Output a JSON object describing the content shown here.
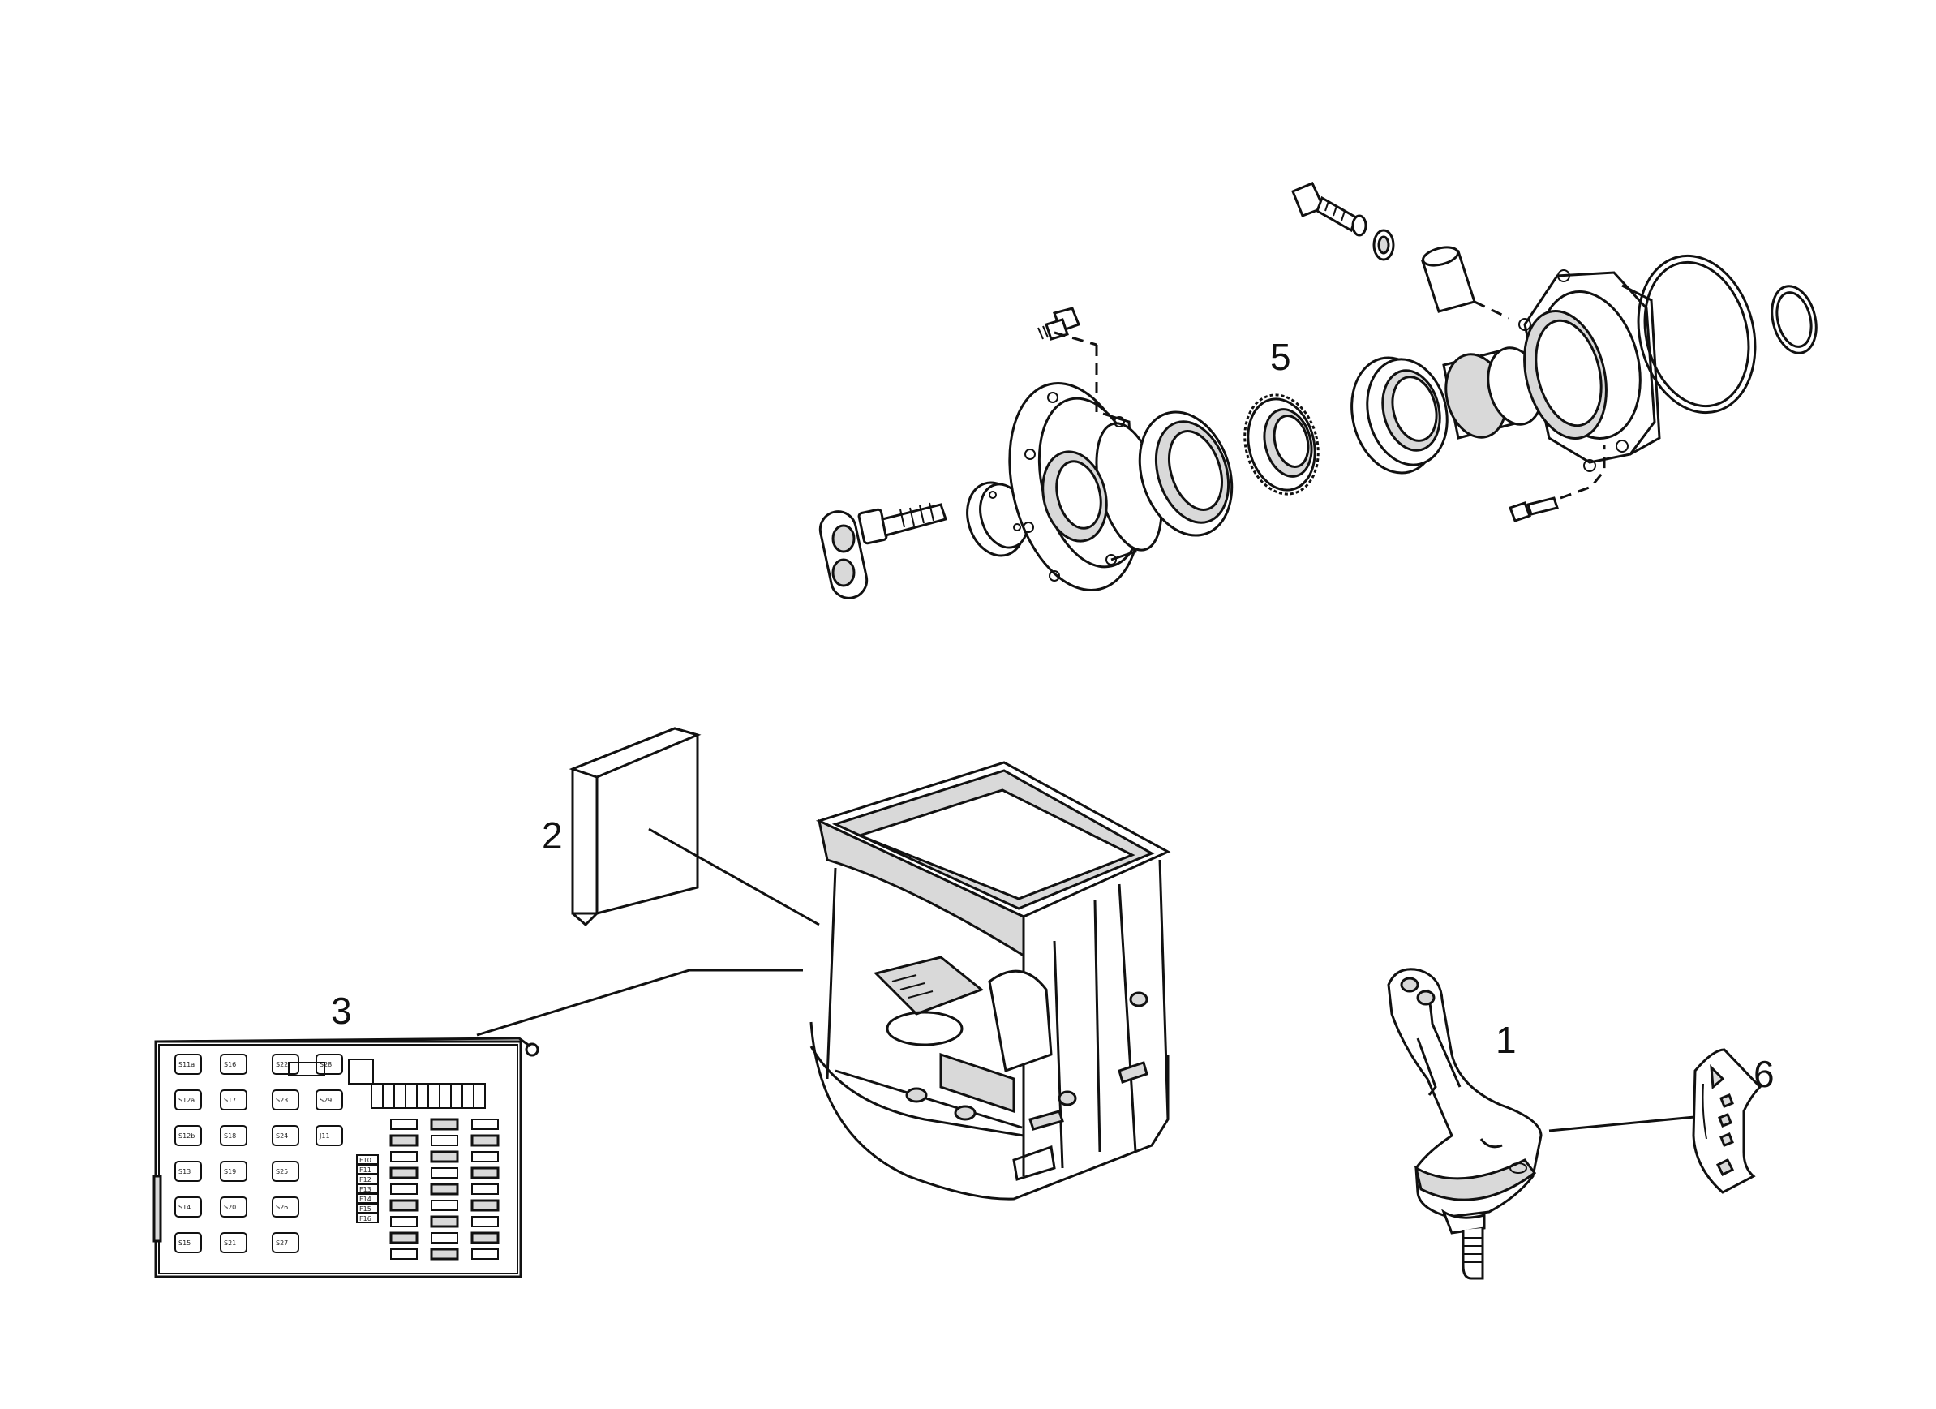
{
  "diagram": {
    "callouts": [
      {
        "id": "1",
        "label": "1"
      },
      {
        "id": "2",
        "label": "2"
      },
      {
        "id": "3",
        "label": "3"
      },
      {
        "id": "5",
        "label": "5"
      },
      {
        "id": "6",
        "label": "6"
      }
    ],
    "board_labels": [
      "S11a",
      "S12a",
      "S12b",
      "S13",
      "S14",
      "S15",
      "S16",
      "S17",
      "S18",
      "S19",
      "S20",
      "S21",
      "S22",
      "S23",
      "S24",
      "S25",
      "S26",
      "S27",
      "S28",
      "S29",
      "J11",
      "F10",
      "F11",
      "F12",
      "F13",
      "F14",
      "F15",
      "F16"
    ]
  }
}
